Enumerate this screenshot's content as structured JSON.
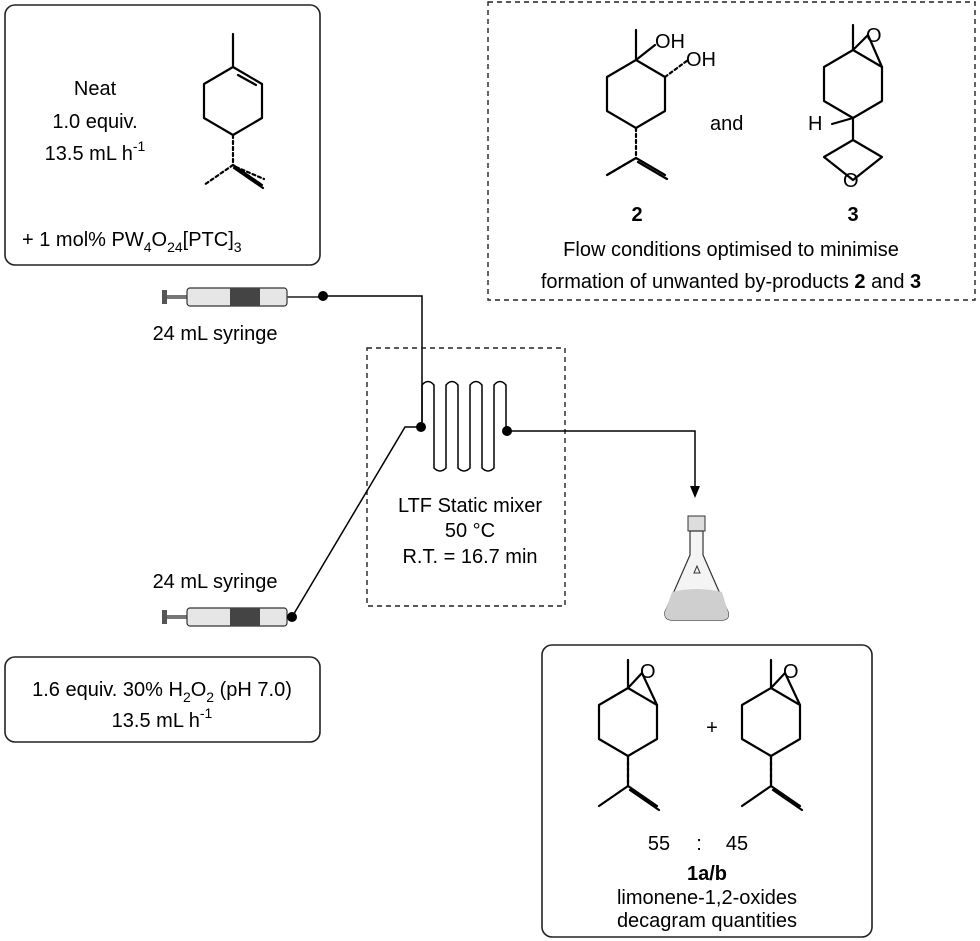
{
  "reagent_box": {
    "line1": "Neat",
    "line2": "1.0 equiv.",
    "line3_main": "13.5 mL h",
    "line3_sup": "-1",
    "catalyst_prefix": "+ 1 mol% PW",
    "catalyst_sub1": "4",
    "catalyst_mid": "O",
    "catalyst_sub2": "24",
    "catalyst_suffix": "[PTC]",
    "catalyst_sub3": "3"
  },
  "byproducts_box": {
    "oh_label_1": "OH",
    "oh_label_2": "OH",
    "epoxide_o_label": "O",
    "h_label": "H",
    "epoxide2_o_label": "O",
    "and_text": "and",
    "compound2_label": "2",
    "compound3_label": "3",
    "note_line1": "Flow conditions optimised to minimise",
    "note_line2_prefix": "formation of unwanted by-products ",
    "note_bold_a": "2",
    "note_and": " and ",
    "note_bold_b": "3"
  },
  "syringe_top": {
    "label": "24 mL syringe"
  },
  "syringe_bottom": {
    "label": "24 mL syringe"
  },
  "mixer": {
    "line1": "LTF Static mixer",
    "line2": "50 °C",
    "line3": "R.T. = 16.7 min"
  },
  "oxidant_box": {
    "line1_prefix": "1.6 equiv. 30% H",
    "sub1": "2",
    "mid": "O",
    "sub2": "2",
    "line1_suffix": " (pH 7.0)",
    "line2_main": "13.5 mL h",
    "line2_sup": "-1"
  },
  "product_box": {
    "o_label_a": "O",
    "o_label_b": "O",
    "plus": "+",
    "ratio_a": "55",
    "ratio_sep": ":",
    "ratio_b": "45",
    "compound_label": "1a/b",
    "name": "limonene-1,2-oxides",
    "quantity": "decagram quantities"
  },
  "colors": {
    "stroke": "#000000",
    "background": "#ffffff"
  }
}
